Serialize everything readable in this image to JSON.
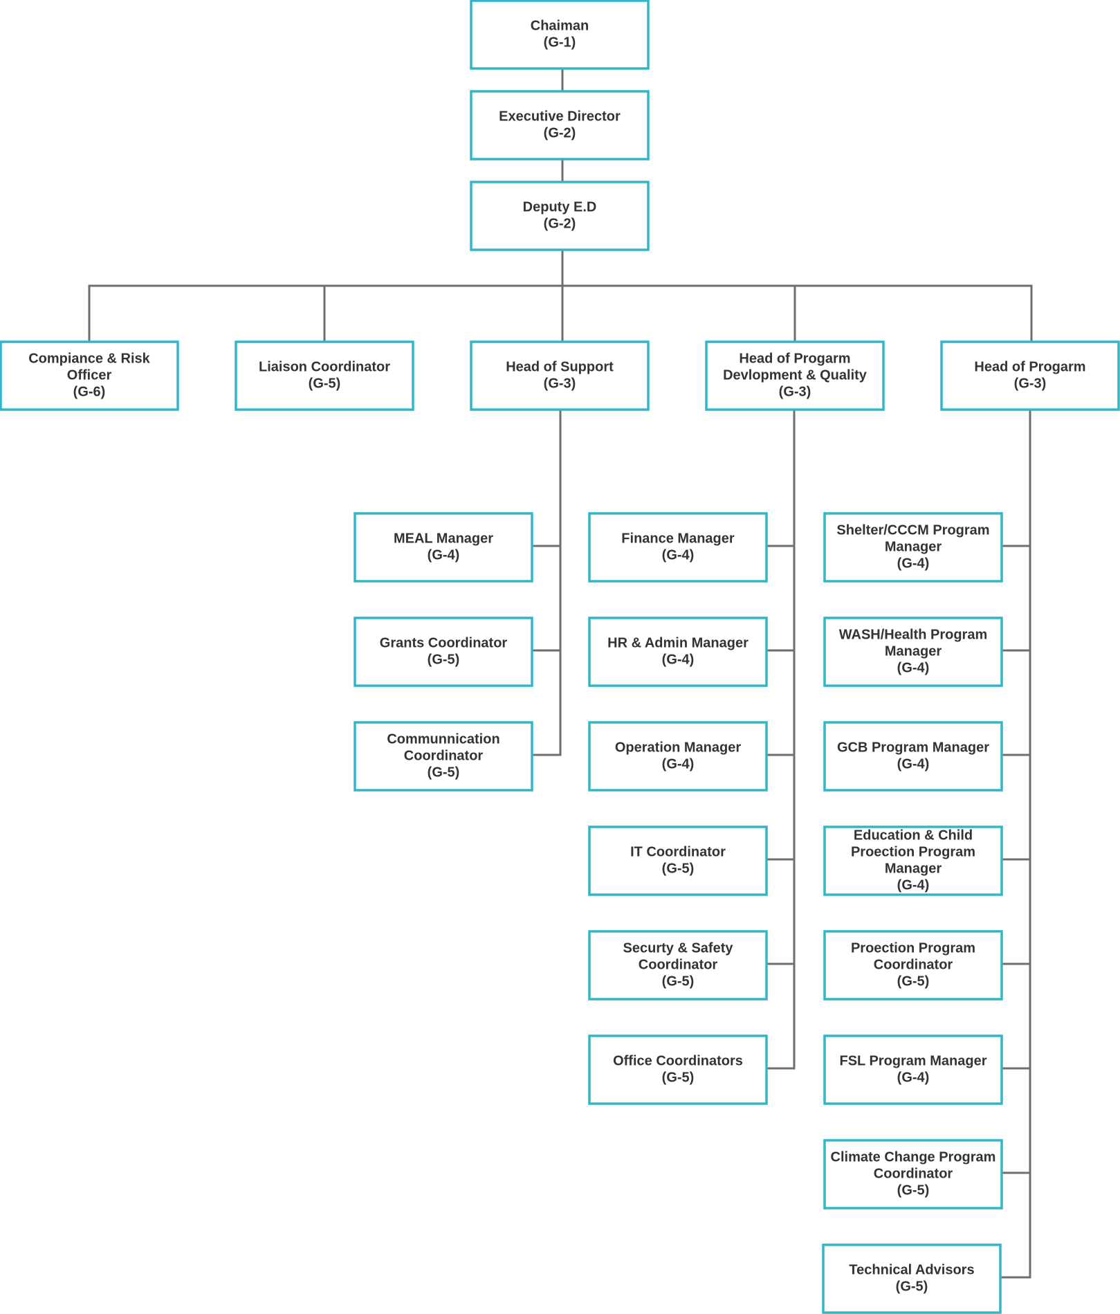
{
  "chart_data": {
    "type": "org-chart",
    "nodes": [
      {
        "id": "chairman",
        "lines": [
          "Chaiman",
          "(G-1)"
        ]
      },
      {
        "id": "exec-director",
        "lines": [
          "Executive Director",
          "(G-2)"
        ]
      },
      {
        "id": "deputy-ed",
        "lines": [
          "Deputy E.D",
          "(G-2)"
        ]
      },
      {
        "id": "compliance-risk",
        "lines": [
          "Compiance & Risk",
          "Officer",
          "(G-6)"
        ]
      },
      {
        "id": "liaison",
        "lines": [
          "Liaison Coordinator",
          "(G-5)"
        ]
      },
      {
        "id": "head-support",
        "lines": [
          "Head of Support",
          "(G-3)"
        ]
      },
      {
        "id": "head-pdq",
        "lines": [
          "Head of Progarm",
          "Devlopment & Quality",
          "(G-3)"
        ]
      },
      {
        "id": "head-program",
        "lines": [
          "Head of Progarm",
          "(G-3)"
        ]
      },
      {
        "id": "meal",
        "lines": [
          "MEAL Manager",
          "(G-4)"
        ]
      },
      {
        "id": "grants",
        "lines": [
          "Grants Coordinator",
          "(G-5)"
        ]
      },
      {
        "id": "communication",
        "lines": [
          "Communnication",
          "Coordinator",
          "(G-5)"
        ]
      },
      {
        "id": "finance",
        "lines": [
          "Finance Manager",
          "(G-4)"
        ]
      },
      {
        "id": "hr-admin",
        "lines": [
          "HR & Admin Manager",
          "(G-4)"
        ]
      },
      {
        "id": "operation",
        "lines": [
          "Operation Manager",
          "(G-4)"
        ]
      },
      {
        "id": "it",
        "lines": [
          "IT Coordinator",
          "(G-5)"
        ]
      },
      {
        "id": "security",
        "lines": [
          "Securty & Safety",
          "Coordinator",
          "(G-5)"
        ]
      },
      {
        "id": "office",
        "lines": [
          "Office Coordinators",
          "(G-5)"
        ]
      },
      {
        "id": "shelter",
        "lines": [
          "Shelter/CCCM Program",
          "Manager",
          "(G-4)"
        ]
      },
      {
        "id": "wash",
        "lines": [
          "WASH/Health Program",
          "Manager",
          "(G-4)"
        ]
      },
      {
        "id": "gcb",
        "lines": [
          "GCB Program Manager",
          "(G-4)"
        ]
      },
      {
        "id": "education",
        "lines": [
          "Education & Child",
          "Proection Program",
          "Manager",
          "(G-4)"
        ]
      },
      {
        "id": "protection",
        "lines": [
          "Proection Program",
          "Coordinator",
          "(G-5)"
        ]
      },
      {
        "id": "fsl",
        "lines": [
          "FSL Program Manager",
          "(G-4)"
        ]
      },
      {
        "id": "climate",
        "lines": [
          "Climate Change Program",
          "Coordinator",
          "(G-5)"
        ]
      },
      {
        "id": "technical",
        "lines": [
          "Technical Advisors",
          "(G-5)"
        ]
      }
    ],
    "edges": [
      [
        "chairman",
        "exec-director"
      ],
      [
        "exec-director",
        "deputy-ed"
      ],
      [
        "deputy-ed",
        "compliance-risk"
      ],
      [
        "deputy-ed",
        "liaison"
      ],
      [
        "deputy-ed",
        "head-support"
      ],
      [
        "deputy-ed",
        "head-pdq"
      ],
      [
        "deputy-ed",
        "head-program"
      ],
      [
        "head-support",
        "meal"
      ],
      [
        "head-support",
        "grants"
      ],
      [
        "head-support",
        "communication"
      ],
      [
        "head-pdq",
        "finance"
      ],
      [
        "head-pdq",
        "hr-admin"
      ],
      [
        "head-pdq",
        "operation"
      ],
      [
        "head-pdq",
        "it"
      ],
      [
        "head-pdq",
        "security"
      ],
      [
        "head-pdq",
        "office"
      ],
      [
        "head-program",
        "shelter"
      ],
      [
        "head-program",
        "wash"
      ],
      [
        "head-program",
        "gcb"
      ],
      [
        "head-program",
        "education"
      ],
      [
        "head-program",
        "protection"
      ],
      [
        "head-program",
        "fsl"
      ],
      [
        "head-program",
        "climate"
      ],
      [
        "head-program",
        "technical"
      ]
    ]
  }
}
